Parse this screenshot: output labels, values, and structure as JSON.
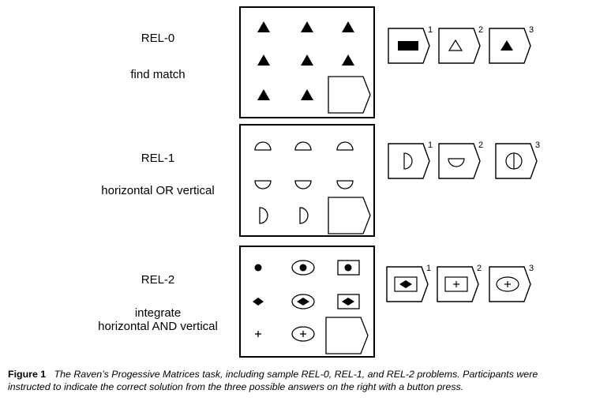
{
  "rows": [
    {
      "level": "REL-0",
      "rule_lines": [
        "find match"
      ],
      "answer_numbers": [
        "1",
        "2",
        "3"
      ]
    },
    {
      "level": "REL-1",
      "rule_lines": [
        "horizontal OR vertical"
      ],
      "answer_numbers": [
        "1",
        "2",
        "3"
      ]
    },
    {
      "level": "REL-2",
      "rule_lines": [
        "integrate",
        "horizontal AND vertical"
      ],
      "answer_numbers": [
        "1",
        "2",
        "3"
      ]
    }
  ],
  "caption": {
    "label": "Figure 1",
    "line1": "The Raven’s Progessive Matrices task, including sample REL-0, REL-1, and REL-2 problems. Participants were",
    "line2": "instructed to indicate the correct solution from the three possible answers on the right with a button press."
  }
}
